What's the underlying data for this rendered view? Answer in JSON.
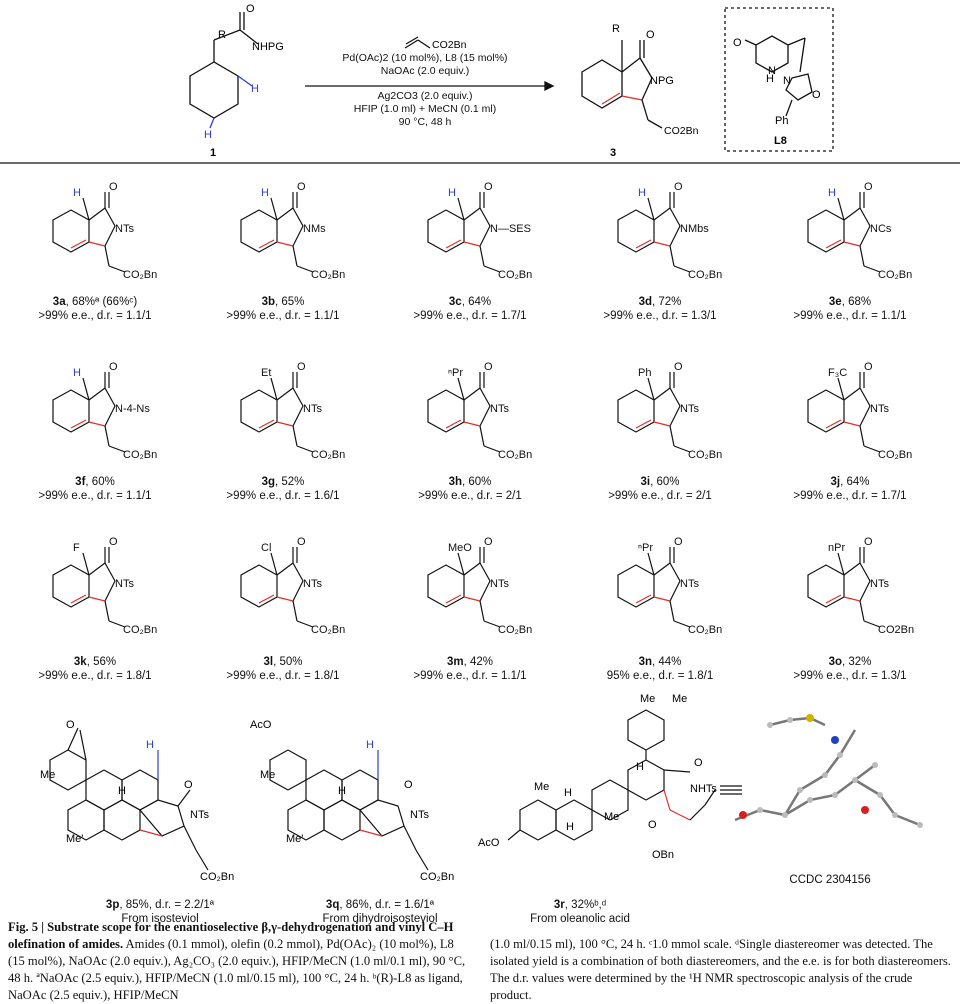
{
  "scheme": {
    "reactant_label": "1",
    "product_label": "3",
    "ligand_label": "L8",
    "olefin": "CO2Bn",
    "conditions": [
      "Pd(OAc)2 (10 mol%), L8 (15 mol%)",
      "NaOAc (2.0 equiv.)",
      "Ag2CO3 (2.0 equiv.)",
      "HFIP (1.0 ml) + MeCN (0.1 ml)",
      "90 °C, 48 h"
    ],
    "reactant_groups": {
      "r": "R",
      "nhpg": "NHPG",
      "o": "O",
      "h1": "H",
      "h2": "H"
    },
    "product_groups": {
      "r": "R",
      "npg": "NPG",
      "o": "O",
      "ester": "CO2Bn"
    },
    "ligand_groups": {
      "o": "O",
      "h": "H",
      "n1": "N",
      "n2": "N",
      "o2": "O",
      "ph": "Ph"
    }
  },
  "compounds": [
    {
      "id": "3a",
      "sub": "H",
      "pg": "NTs",
      "yield": ", 68%ª (66%ᶜ)",
      "selectivity": ">99% e.e., d.r. = 1.1/1"
    },
    {
      "id": "3b",
      "sub": "H",
      "pg": "NMs",
      "yield": ", 65%",
      "selectivity": ">99% e.e., d.r. = 1.1/1"
    },
    {
      "id": "3c",
      "sub": "H",
      "pg": "N—SES",
      "yield": ", 64%",
      "selectivity": ">99% e.e., d.r. = 1.7/1"
    },
    {
      "id": "3d",
      "sub": "H",
      "pg": "NMbs",
      "yield": ", 72%",
      "selectivity": ">99% e.e., d.r. = 1.3/1"
    },
    {
      "id": "3e",
      "sub": "H",
      "pg": "NCs",
      "yield": ", 68%",
      "selectivity": ">99% e.e., d.r. = 1.1/1"
    },
    {
      "id": "3f",
      "sub": "H",
      "pg": "N-4-Ns",
      "yield": ", 60%",
      "selectivity": ">99% e.e., d.r. = 1.1/1"
    },
    {
      "id": "3g",
      "sub": "Et",
      "pg": "NTs",
      "yield": ", 52%",
      "selectivity": ">99% e.e., d.r. = 1.6/1"
    },
    {
      "id": "3h",
      "sub": "ⁿPr",
      "pg": "NTs",
      "yield": ", 60%",
      "selectivity": ">99% e.e., d.r. = 2/1"
    },
    {
      "id": "3i",
      "sub": "Ph",
      "pg": "NTs",
      "yield": ", 60%",
      "selectivity": ">99% e.e., d.r. = 2/1"
    },
    {
      "id": "3j",
      "sub": "F₃C",
      "pg": "NTs",
      "yield": ", 64%",
      "selectivity": ">99% e.e., d.r. = 1.7/1"
    },
    {
      "id": "3k",
      "sub": "F",
      "pg": "NTs",
      "yield": ", 56%",
      "selectivity": ">99% e.e., d.r. = 1.8/1"
    },
    {
      "id": "3l",
      "sub": "Cl",
      "pg": "NTs",
      "yield": ", 50%",
      "selectivity": ">99% e.e., d.r. = 1.8/1"
    },
    {
      "id": "3m",
      "sub": "MeO",
      "pg": "NTs",
      "yield": ", 42%",
      "selectivity": ">99% e.e., d.r. = 1.1/1"
    },
    {
      "id": "3n",
      "sub": "ⁿPr",
      "pg": "NTs",
      "yield": ", 44%",
      "selectivity": "95% e.e., d.r. = 1.8/1"
    },
    {
      "id": "3o",
      "sub": "nPr",
      "pg": "NTs",
      "yield": ", 32%",
      "selectivity": ">99% e.e., d.r. = 1.3/1"
    }
  ],
  "ester_label": "CO₂Bn",
  "ester_label_3o": "CO2Bn",
  "oxo": "O",
  "natural": [
    {
      "id": "3p",
      "yield": ", 85%, d.r. = 2.2/1ª",
      "source": "From isosteviol",
      "top": "O",
      "me": "Me",
      "me2": "Me'",
      "h1": "H",
      "h2": "H",
      "pg": "NTs",
      "o": "O"
    },
    {
      "id": "3q",
      "yield": ", 86%, d.r. = 1.6/1ª",
      "source": "From dihydroisosteviol",
      "top": "AcO",
      "me": "Me",
      "me2": "Me'",
      "h1": "H",
      "h2": "H",
      "pg": "NTs",
      "o": "O"
    },
    {
      "id": "3r",
      "yield": ", 32%ᵇ,ᵈ",
      "source": "From oleanolic acid",
      "ac": "AcO",
      "nhts": "NHTs",
      "o": "O",
      "obn": "OBn",
      "h1": "H",
      "h2": "H",
      "h3": "H",
      "me1": "Me",
      "me2": "Me",
      "me3": "Me",
      "me4": "Me",
      "o2": "O"
    }
  ],
  "ccdc": "CCDC 2304156",
  "legend": {
    "fig": "Fig. 5 | Substrate scope for the enantioselective β,γ-dehydrogenation and vinyl C–H olefination of amides.",
    "left": " Amides (0.1 mmol), olefin (0.2 mmol), Pd(OAc)₂ (10 mol%), L8 (15 mol%), NaOAc (2.0 equiv.), Ag₂CO₃ (2.0 equiv.), HFIP/MeCN (1.0 ml/0.1 ml), 90 °C, 48 h. ªNaOAc (2.5 equiv.), HFIP/MeCN (1.0 ml/0.15 ml), 100 °C, 24 h. ᵇ(R)-L8 as ligand, NaOAc (2.5 equiv.), HFIP/MeCN",
    "right": "(1.0 ml/0.15 ml), 100 °C, 24 h. ᶜ1.0 mmol scale. ᵈSingle diastereomer was detected. The isolated yield is a combination of both diastereomers, and the e.e. is for both diastereomers. The d.r. values were determined by the ¹H NMR spectroscopic analysis of the crude product."
  },
  "colors": {
    "highlight_red": "#e0302a",
    "highlight_blue": "#2a3fd6",
    "ink": "#111111"
  }
}
